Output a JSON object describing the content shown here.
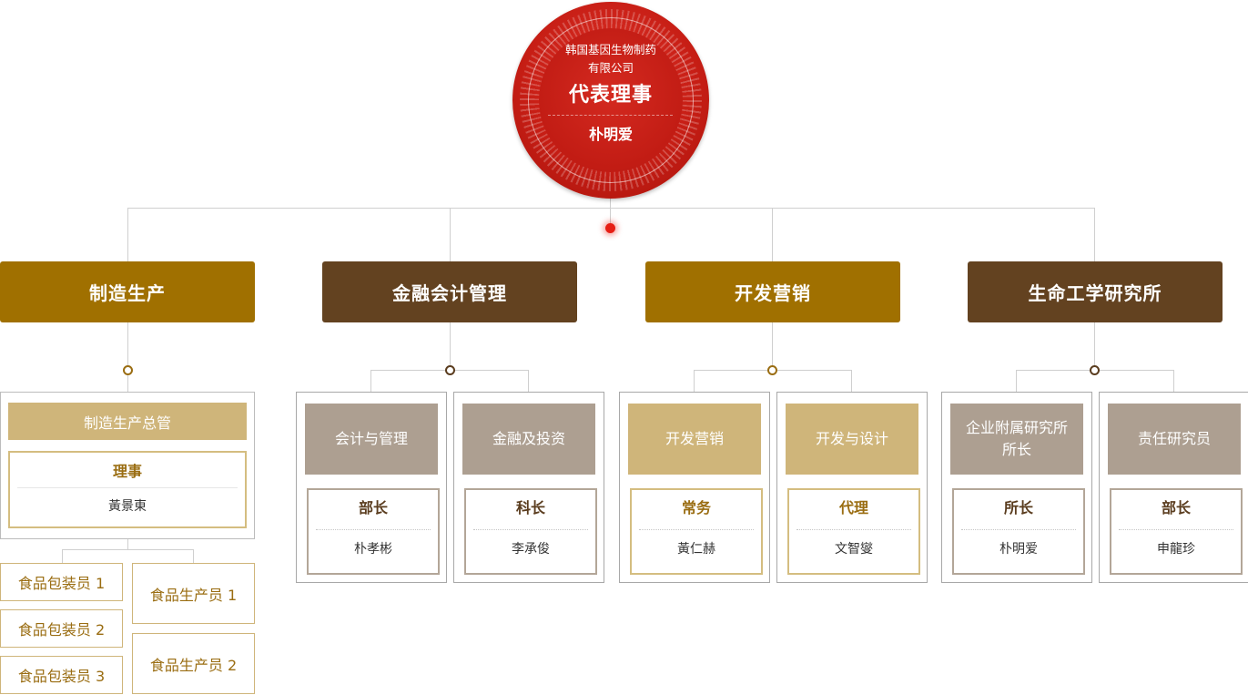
{
  "ceo": {
    "company_line1": "韩国基因生物制药",
    "company_line2": "有限公司",
    "title": "代表理事",
    "name": "朴明爱"
  },
  "departments": [
    {
      "label": "制造生产",
      "color": "#a07000",
      "manager": {
        "header": "制造生产总管",
        "role": "理事",
        "name": "黃景東"
      },
      "workers": [
        "食品包装员 1",
        "食品包装员 2",
        "食品包装员 3",
        "食品生产员 1",
        "食品生产员 2"
      ]
    },
    {
      "label": "金融会计管理",
      "color": "#634220",
      "subs": [
        {
          "header": "会计与管理",
          "role": "部长",
          "name": "朴孝彬"
        },
        {
          "header": "金融及投资",
          "role": "科长",
          "name": "李承俊"
        }
      ]
    },
    {
      "label": "开发营销",
      "color": "#a07000",
      "subs": [
        {
          "header": "开发营销",
          "role": "常务",
          "name": "黃仁赫"
        },
        {
          "header": "开发与设计",
          "role": "代理",
          "name": "文智燮"
        }
      ]
    },
    {
      "label": "生命工学研究所",
      "color": "#634220",
      "subs": [
        {
          "header_line1": "企业附属研究所",
          "header_line2": "所长",
          "role": "所长",
          "name": "朴明爱"
        },
        {
          "header": "责任研究员",
          "role": "部长",
          "name": "申龍珍"
        }
      ]
    }
  ]
}
